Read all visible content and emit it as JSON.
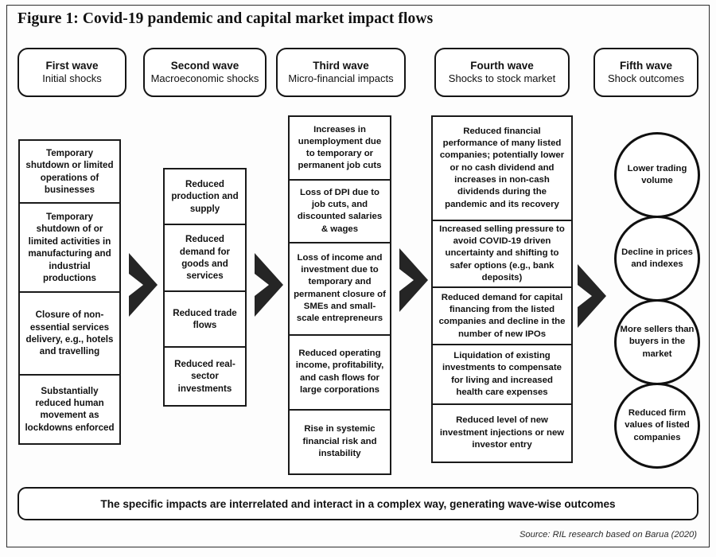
{
  "figure": {
    "title": "Figure 1: Covid-19 pandemic and capital market impact flows",
    "source": "Source: RIL research based on Barua (2020)",
    "banner": "The  specific impacts are interrelated and interact in a complex way, generating wave-wise outcomes",
    "frame_color": "#2c2c2c",
    "line_color": "#151515",
    "arrow_color": "#252525"
  },
  "waves": [
    {
      "title": "First wave",
      "subtitle": "Initial shocks"
    },
    {
      "title": "Second wave",
      "subtitle": "Macroeconomic shocks"
    },
    {
      "title": "Third wave",
      "subtitle": "Micro-financial impacts"
    },
    {
      "title": "Fourth wave",
      "subtitle": "Shocks to stock market"
    },
    {
      "title": "Fifth wave",
      "subtitle": "Shock outcomes"
    }
  ],
  "columns": {
    "first_wave": [
      "Temporary shutdown or limited operations of businesses",
      "Temporary shutdown of or limited activities in manufacturing and industrial productions",
      "Closure of non-essential services delivery, e.g., hotels and travelling",
      "Substantially reduced human movement as lockdowns enforced"
    ],
    "second_wave": [
      "Reduced production and supply",
      "Reduced demand for goods and services",
      "Reduced trade flows",
      "Reduced real-sector investments"
    ],
    "third_wave": [
      "Increases in unemployment due to temporary or permanent job cuts",
      "Loss of DPI due to job cuts, and discounted salaries & wages",
      "Loss of income and investment due to temporary and permanent closure of SMEs and small-scale entrepreneurs",
      "Reduced operating income, profitability, and cash flows for large corporations",
      "Rise in systemic financial risk and instability"
    ],
    "fourth_wave": [
      "Reduced financial performance of many listed companies; potentially lower or no cash dividend and increases in non-cash dividends during the pandemic and its recovery",
      "Increased selling pressure to avoid COVID-19 driven uncertainty and shifting to safer options (e.g., bank deposits)",
      "Reduced demand for capital financing from the listed companies and decline in the number of new IPOs",
      "Liquidation of existing investments to compensate for living and increased health care expenses",
      "Reduced level of new investment injections or new investor entry"
    ],
    "fifth_wave": [
      "Lower trading volume",
      "Decline in prices and indexes",
      "More sellers than buyers in the market",
      "Reduced firm values of listed companies"
    ]
  },
  "arrows": [
    {
      "label": "arrow-wave1-to-wave2"
    },
    {
      "label": "arrow-wave2-to-wave3"
    },
    {
      "label": "arrow-wave3-to-wave4"
    },
    {
      "label": "arrow-wave4-to-wave5"
    }
  ]
}
